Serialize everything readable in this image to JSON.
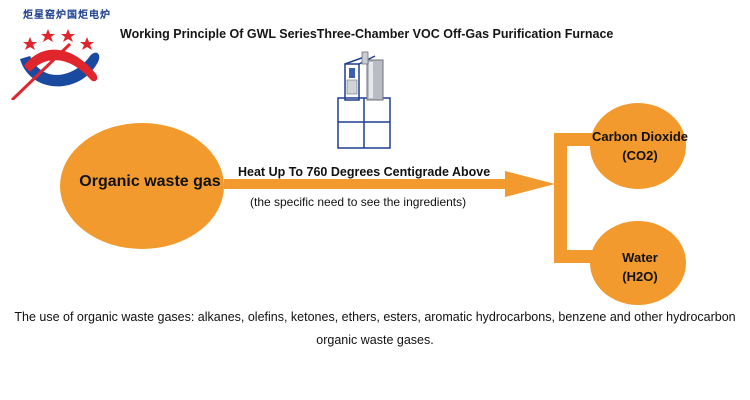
{
  "header": {
    "logo_text": "炬星窑炉国炬电炉",
    "logo_subtext": "",
    "title": "Working Principle Of GWL SeriesThree-Chamber VOC Off-Gas Purification Furnace"
  },
  "diagram": {
    "source": {
      "label": "Organic waste gas"
    },
    "process": {
      "label": "Heat Up To 760 Degrees Centigrade Above",
      "note": "(the specific need to see the ingredients)"
    },
    "outputs": [
      {
        "line1": "Carbon Dioxide",
        "line2": "(CO2)"
      },
      {
        "line1": "Water",
        "line2": "(H2O)"
      }
    ]
  },
  "footer": {
    "line1": "The use of organic waste gases: alkanes, olefins, ketones, ethers, esters, aromatic hydrocarbons, benzene and other hydrocarbon",
    "line2": "organic waste gases."
  },
  "colors": {
    "bubble": "#f29a2e",
    "arrow": "#f29a2e",
    "frame_blue": "#1f3f8f",
    "logo_red": "#e0262c",
    "logo_blue": "#1a4aa0"
  },
  "icons": [
    "company-logo",
    "furnace-illustration"
  ]
}
